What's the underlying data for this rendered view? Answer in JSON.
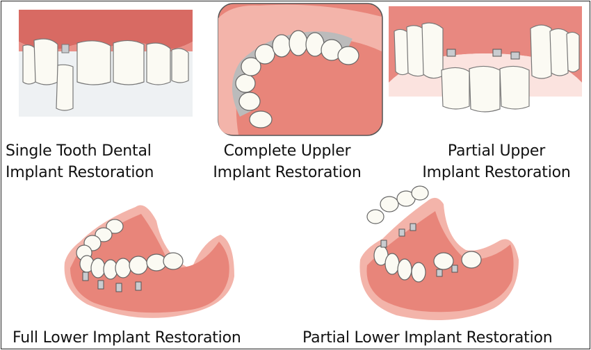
{
  "captions": {
    "single": {
      "line1": "Single Tooth Dental",
      "line2": "Implant Restoration"
    },
    "complete_upper": {
      "line1": "Complete Uppler",
      "line2": "Implant Restoration"
    },
    "partial_upper": {
      "line1": "Partial Upper",
      "line2": "Implant Restoration"
    },
    "full_lower": {
      "line1": "Full Lower Implant Restoration"
    },
    "partial_lower": {
      "line1": "Partial Lower Implant Restoration"
    }
  },
  "colors": {
    "gum": "#e8857a",
    "gum_light": "#f3b4aa",
    "tooth": "#fbfaf3",
    "outline": "#6b6b6b",
    "panel_bg": "#eef1f3",
    "metal": "#c9ccd0"
  }
}
